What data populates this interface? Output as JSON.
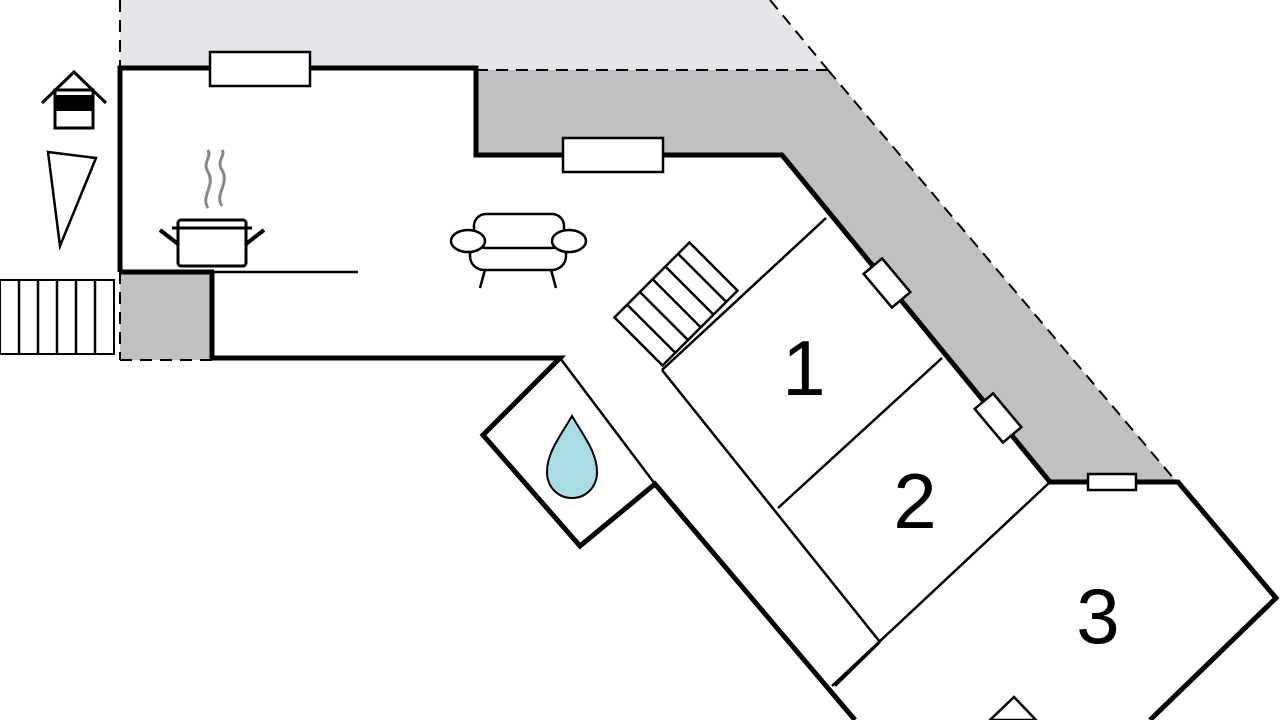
{
  "floor_plan": {
    "colors": {
      "terrace": "#c0c0c0",
      "garden": "#e6e6ea",
      "water": "#a8dde6",
      "walls": "#000000"
    },
    "rooms": [
      {
        "label": "1",
        "type": "bedroom"
      },
      {
        "label": "2",
        "type": "bedroom"
      },
      {
        "label": "3",
        "type": "bedroom"
      }
    ],
    "icons": [
      "house-icon",
      "compass-north-icon",
      "cooking-pot-icon",
      "sofa-icon",
      "water-drop-icon",
      "stairs-icon",
      "entrance-steps-icon"
    ]
  }
}
